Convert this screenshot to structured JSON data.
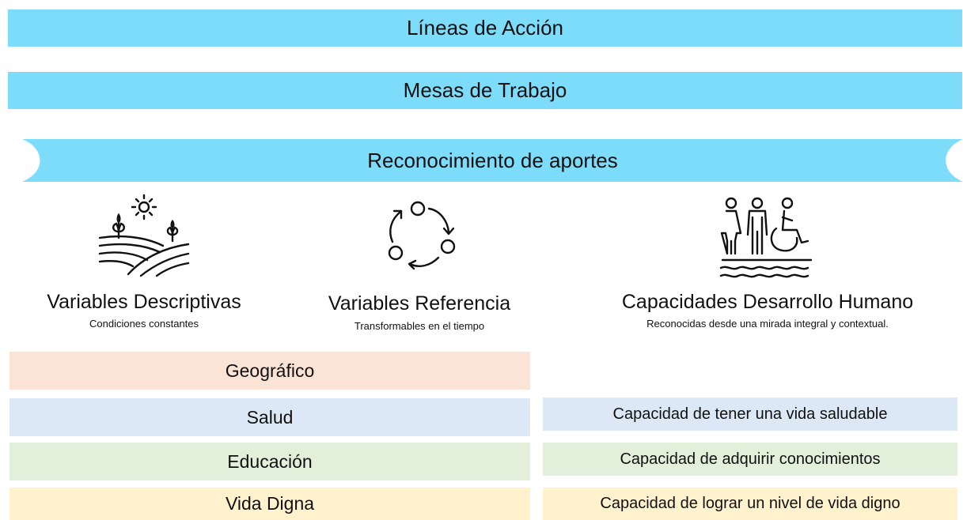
{
  "header": {
    "lineas_accion": "Líneas de Acción",
    "mesas_trabajo": "Mesas de Trabajo",
    "reconocimiento": "Reconocimiento de aportes"
  },
  "columns": [
    {
      "title": "Variables Descriptivas",
      "subtitle": "Condiciones constantes",
      "icon": "landscape-sun-icon"
    },
    {
      "title": "Variables Referencia",
      "subtitle": "Transformables en el tiempo",
      "icon": "cycle-arrows-icon"
    },
    {
      "title": "Capacidades Desarrollo Humano",
      "subtitle": "Reconocidas desde una mirada integral y contextual.",
      "icon": "people-accessibility-icon"
    }
  ],
  "left_rows": [
    "Geográfico",
    "Salud",
    "Educación",
    "Vida Digna"
  ],
  "right_rows": [
    "Capacidad de tener una vida saludable",
    "Capacidad de adquirir conocimientos",
    "Capacidad de lograr un nivel de vida digno"
  ],
  "colors": {
    "band": "#7edcfb",
    "geografico": "#fbe3d6",
    "salud": "#dce8f5",
    "educacion": "#e2efda",
    "vida_digna": "#fff2cc"
  }
}
